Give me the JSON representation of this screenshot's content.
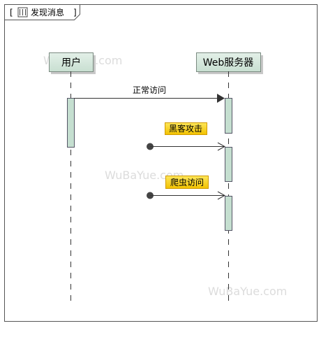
{
  "frame": {
    "title": "发现消息",
    "bracket_open": "[",
    "bracket_close": "]",
    "icon": "interaction-frame-icon"
  },
  "lifelines": [
    {
      "id": "user",
      "label": "用户"
    },
    {
      "id": "server",
      "label": "Web服务器"
    }
  ],
  "messages": [
    {
      "id": "normal",
      "label": "正常访问",
      "kind": "synchronous",
      "from": "用户",
      "to": "Web服务器",
      "highlight": false
    },
    {
      "id": "hacker",
      "label": "黑客攻击",
      "kind": "found",
      "to": "Web服务器",
      "highlight": true
    },
    {
      "id": "crawler",
      "label": "爬虫访问",
      "kind": "found",
      "to": "Web服务器",
      "highlight": true
    }
  ],
  "watermarks": [
    "WuBaYue.com",
    "WuBaYue.com",
    "WuBaYue.com"
  ],
  "colors": {
    "lifeline_fill": "#cfe4d8",
    "lifeline_border": "#7a8a80",
    "activation_fill": "#c5dfd0",
    "highlight_fill": "#f7d21c",
    "highlight_border": "#d19a00",
    "line": "#333333"
  }
}
